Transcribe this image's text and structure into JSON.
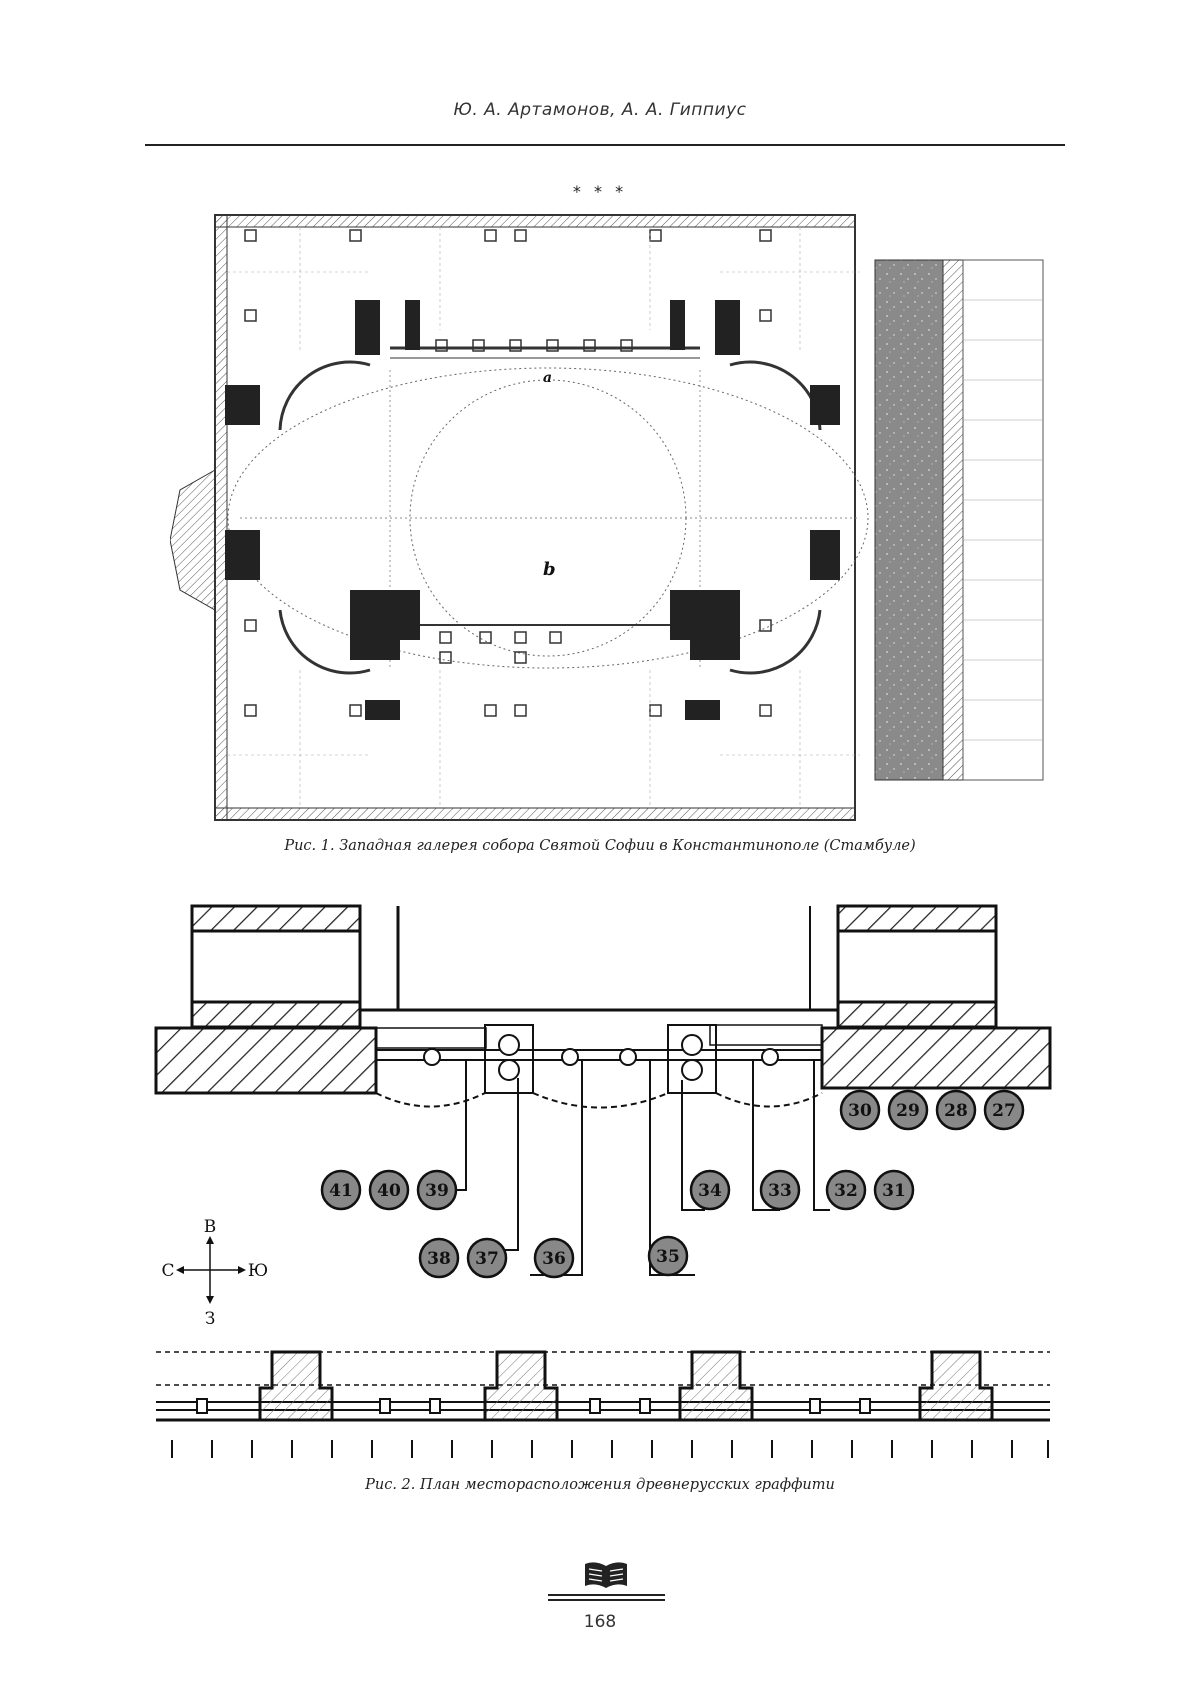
{
  "header": {
    "authors": "Ю. А. Артамонов, А. А. Гиппиус"
  },
  "separator": "* * *",
  "figure1": {
    "caption": "Рис. 1. Западная галерея собора Святой Софии в Константинополе (Стамбуле)",
    "label_a": "a",
    "label_b": "b"
  },
  "figure2": {
    "caption": "Рис. 2. План месторасположения древнерусских граффити",
    "compass": {
      "north": "В",
      "west": "С",
      "east": "Ю",
      "south": "З"
    },
    "markers_top_right": [
      "30",
      "29",
      "28",
      "27"
    ],
    "markers_row1_left": [
      "41",
      "40",
      "39"
    ],
    "markers_row1_right": [
      "34",
      "33",
      "32",
      "31"
    ],
    "markers_row2": [
      "38",
      "37",
      "36",
      "35"
    ]
  },
  "footer": {
    "page_number": "168",
    "icon": "book-icon"
  }
}
